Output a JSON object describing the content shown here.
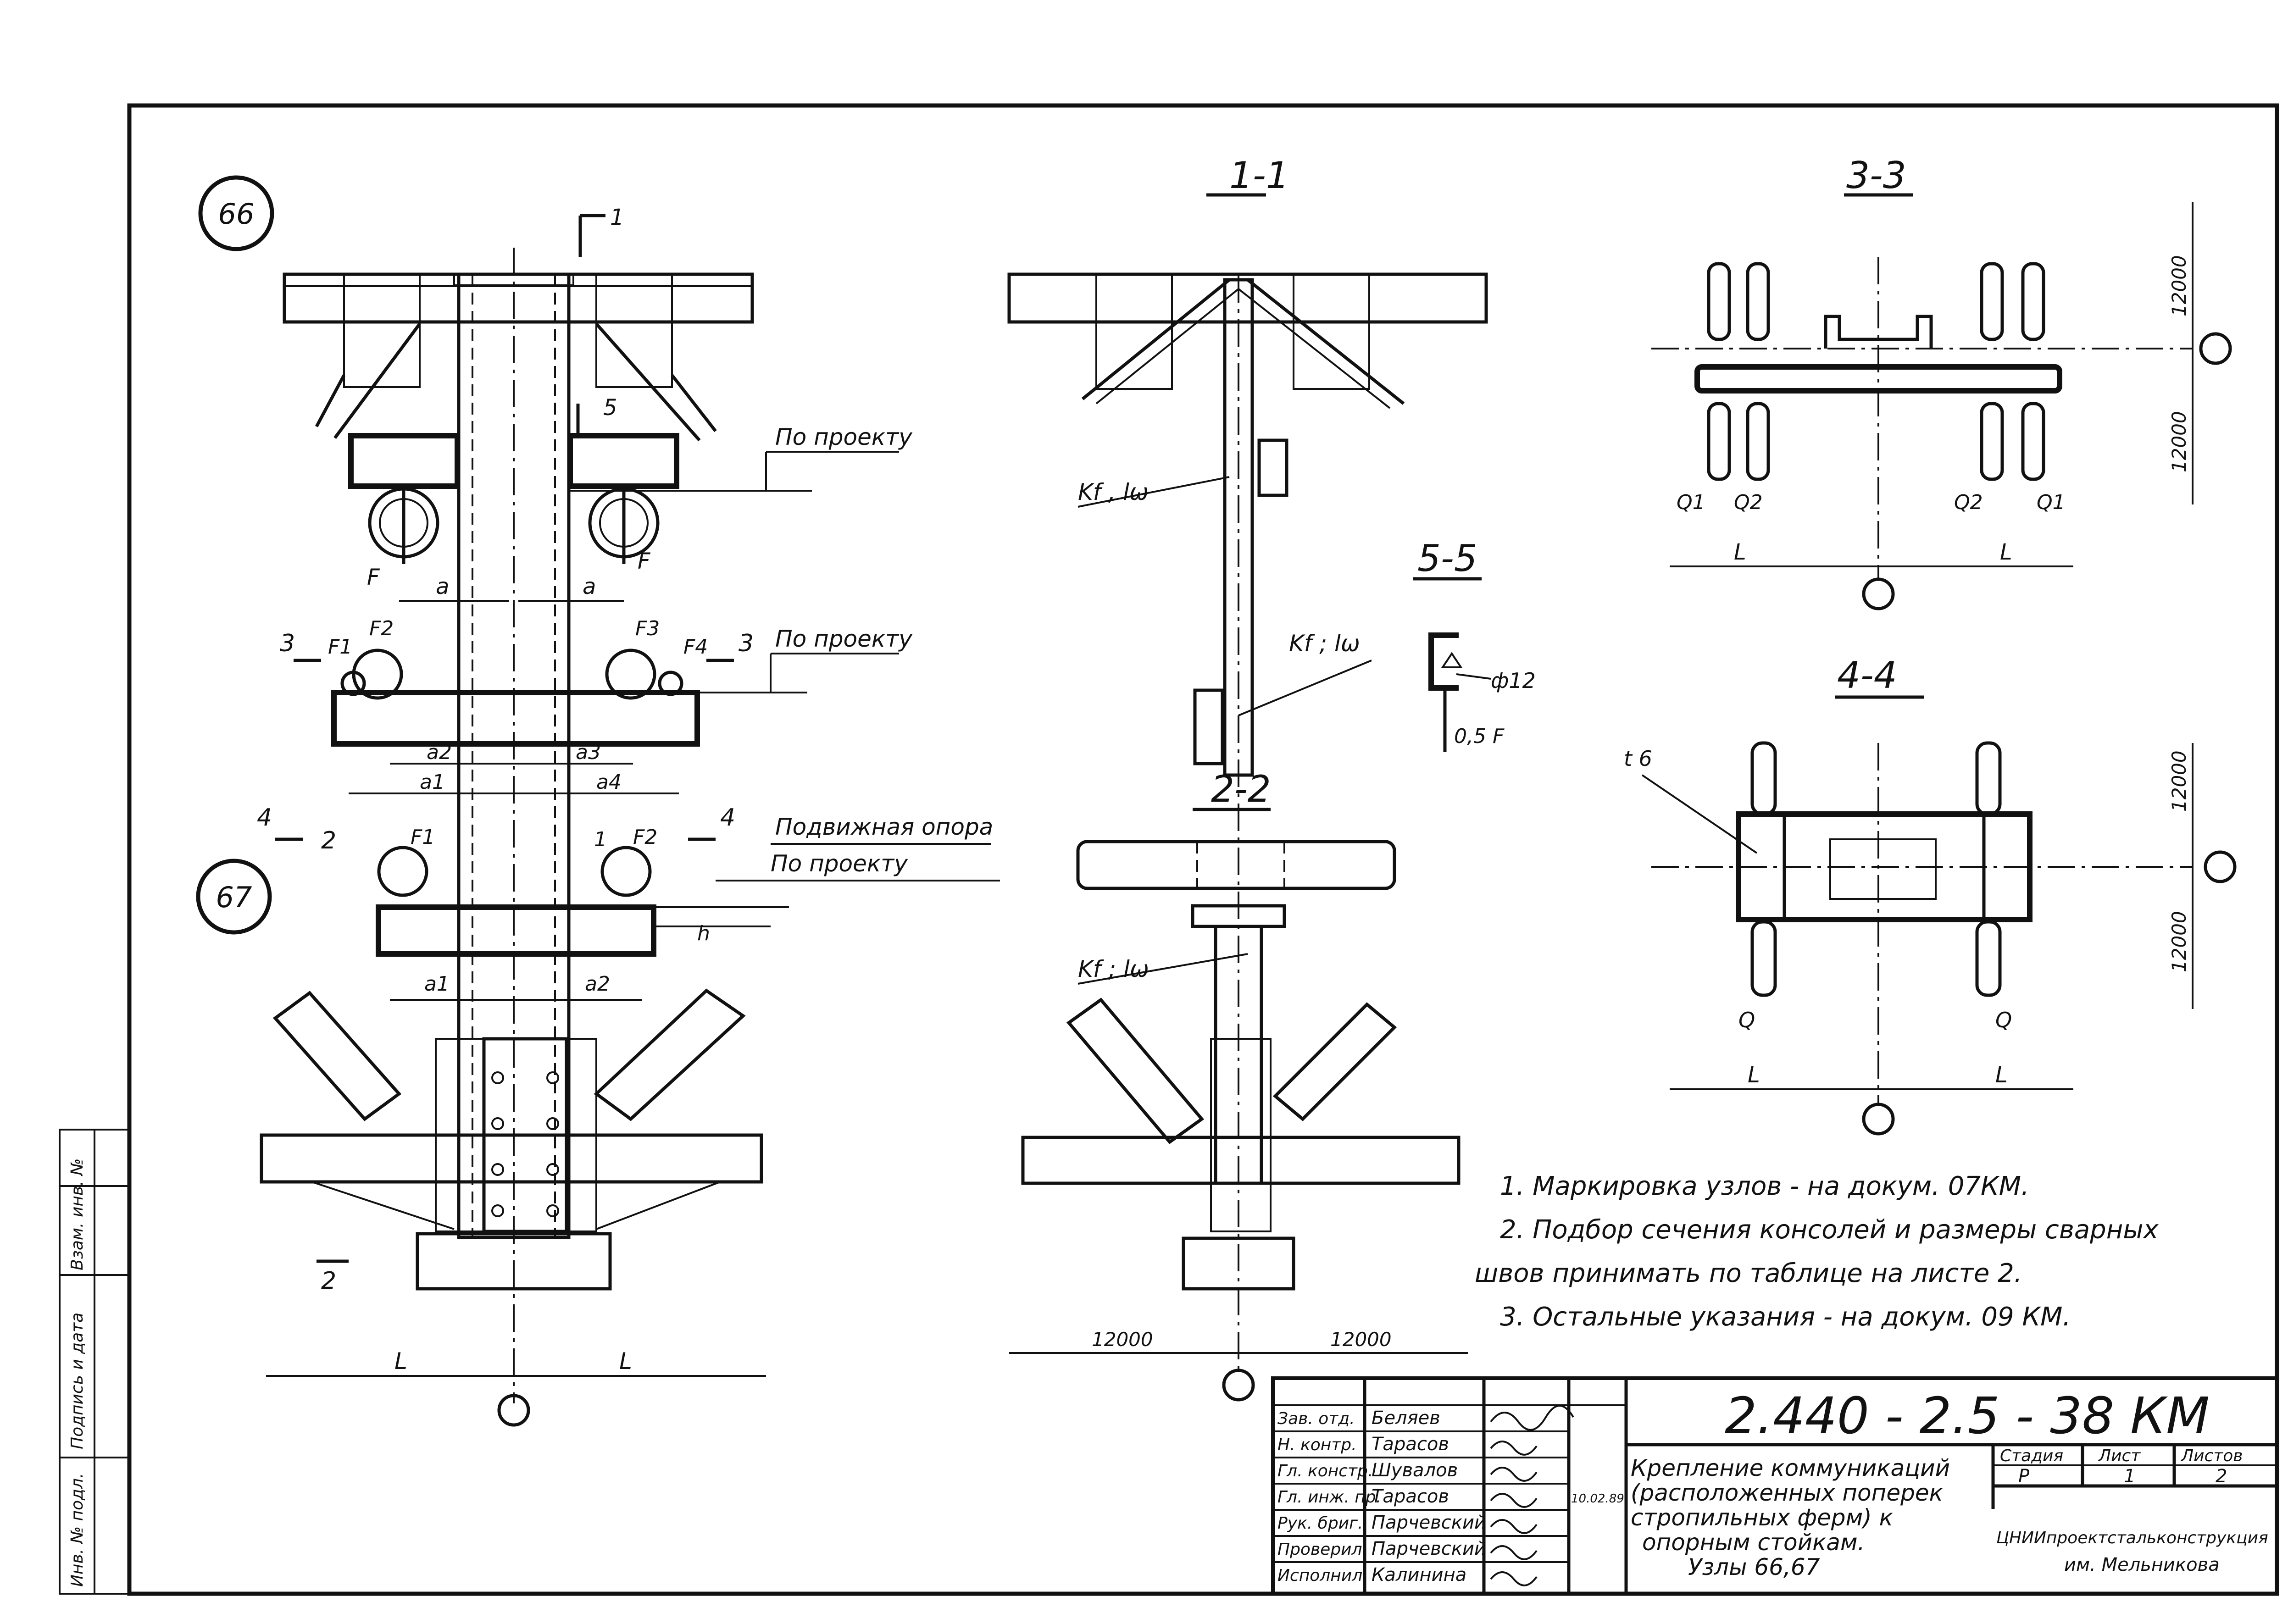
{
  "node_marks": {
    "n66": "66",
    "n67": "67"
  },
  "sections": {
    "s1": "1-1",
    "s2": "2-2",
    "s3": "3-3",
    "s4": "4-4",
    "s5": "5-5",
    "cut1": "1",
    "cut2": "2",
    "cut3": "3",
    "cut4": "4",
    "cut5": "5"
  },
  "labels": {
    "po_proektu": "По проекту",
    "podvizhnaya": "Подвижная опора",
    "F": "F",
    "F1": "F1",
    "F2": "F2",
    "F3": "F3",
    "F4": "F4",
    "a": "a",
    "a1": "a1",
    "a2": "a2",
    "a3": "a3",
    "a4": "a4",
    "h": "h",
    "L": "L",
    "weld": "Kf , lω",
    "weld2": "Kf ; lω",
    "q1": "Q1",
    "q2": "Q2",
    "q": "Q",
    "t6": "t 6",
    "rod": "ф12",
    "half_f": "0,5 F",
    "d12000": "12000"
  },
  "notes": [
    "1.  Маркировка  узлов - на докум. 07КМ.",
    "2.  Подбор  сечения   консолей  и размеры сварных",
    "швов   принимать  по  таблице  на  листе 2.",
    "3.  Остальные  указания  - на докум. 09 КМ."
  ],
  "stamp": {
    "doc_code": "2.440 - 2.5 - 38 КМ",
    "roles": [
      "Зав. отд.",
      "Н. контр.",
      "Гл. констр.",
      "Гл. инж. пр.",
      "Рук. бриг.",
      "Проверил",
      "Исполнил"
    ],
    "names": [
      "Беляев",
      "Тарасов",
      "Шувалов",
      "Тарасов",
      "Парчевский",
      "Парчевский",
      "Калинина"
    ],
    "date": "10.02.89",
    "title_lines": [
      "Крепление  коммуникаций",
      "(расположенных  поперек",
      "стропильных  ферм) к",
      "опорным   стойкам.",
      "Узлы 66,67"
    ],
    "stage_hdr": "Стадия",
    "sheet_hdr": "Лист",
    "sheets_hdr": "Листов",
    "stage_val": "Р",
    "sheet_val": "1",
    "sheets_val": "2",
    "org_line1": "ЦНИИпроектстальконструкция",
    "org_line2": "им. Мельникова"
  },
  "margin": {
    "inv_podl": "Инв. № подл.",
    "podpis": "Подпись и дата",
    "vzam": "Взам. инв. №"
  }
}
